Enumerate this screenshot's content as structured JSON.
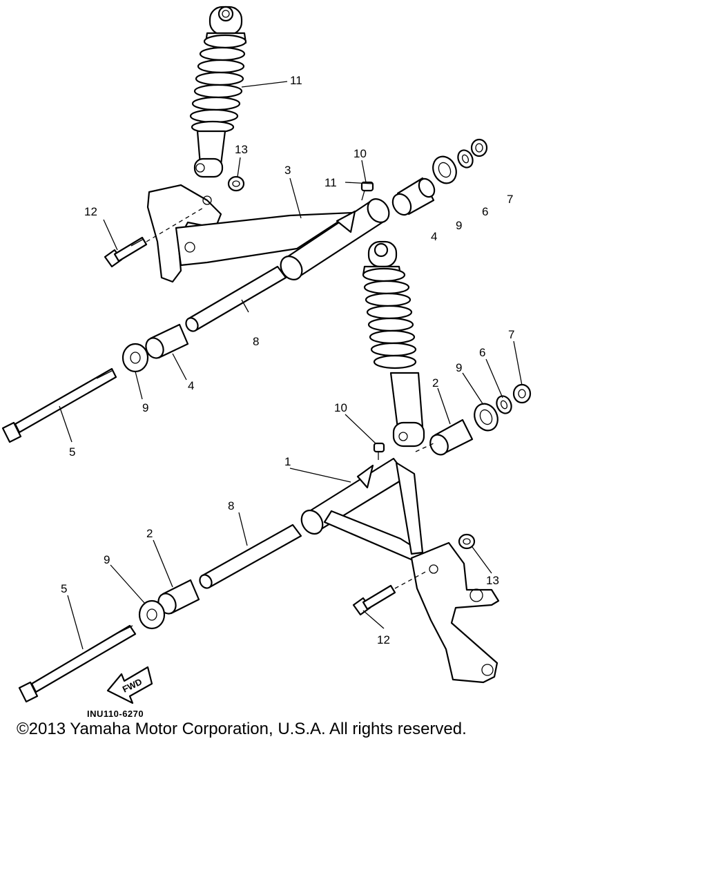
{
  "diagram": {
    "drawing_code": "INU110-6270",
    "fwd_label": "FWD",
    "callouts": {
      "upper_11": "11",
      "upper_13": "13",
      "upper_3": "3",
      "upper_10": "10",
      "upper_7": "7",
      "upper_6": "6",
      "upper_9r": "9",
      "upper_4r": "4",
      "upper_12": "12",
      "upper_8": "8",
      "upper_4l": "4",
      "upper_9l": "9",
      "upper_5": "5",
      "lower_11": "11",
      "lower_7": "7",
      "lower_6": "6",
      "lower_9r": "9",
      "lower_2r": "2",
      "lower_10": "10",
      "lower_1": "1",
      "lower_8": "8",
      "lower_2l": "2",
      "lower_9l": "9",
      "lower_5": "5",
      "lower_13": "13",
      "lower_12": "12"
    }
  },
  "footer": {
    "copyright": "©2013 Yamaha Motor Corporation, U.S.A. All rights reserved."
  }
}
